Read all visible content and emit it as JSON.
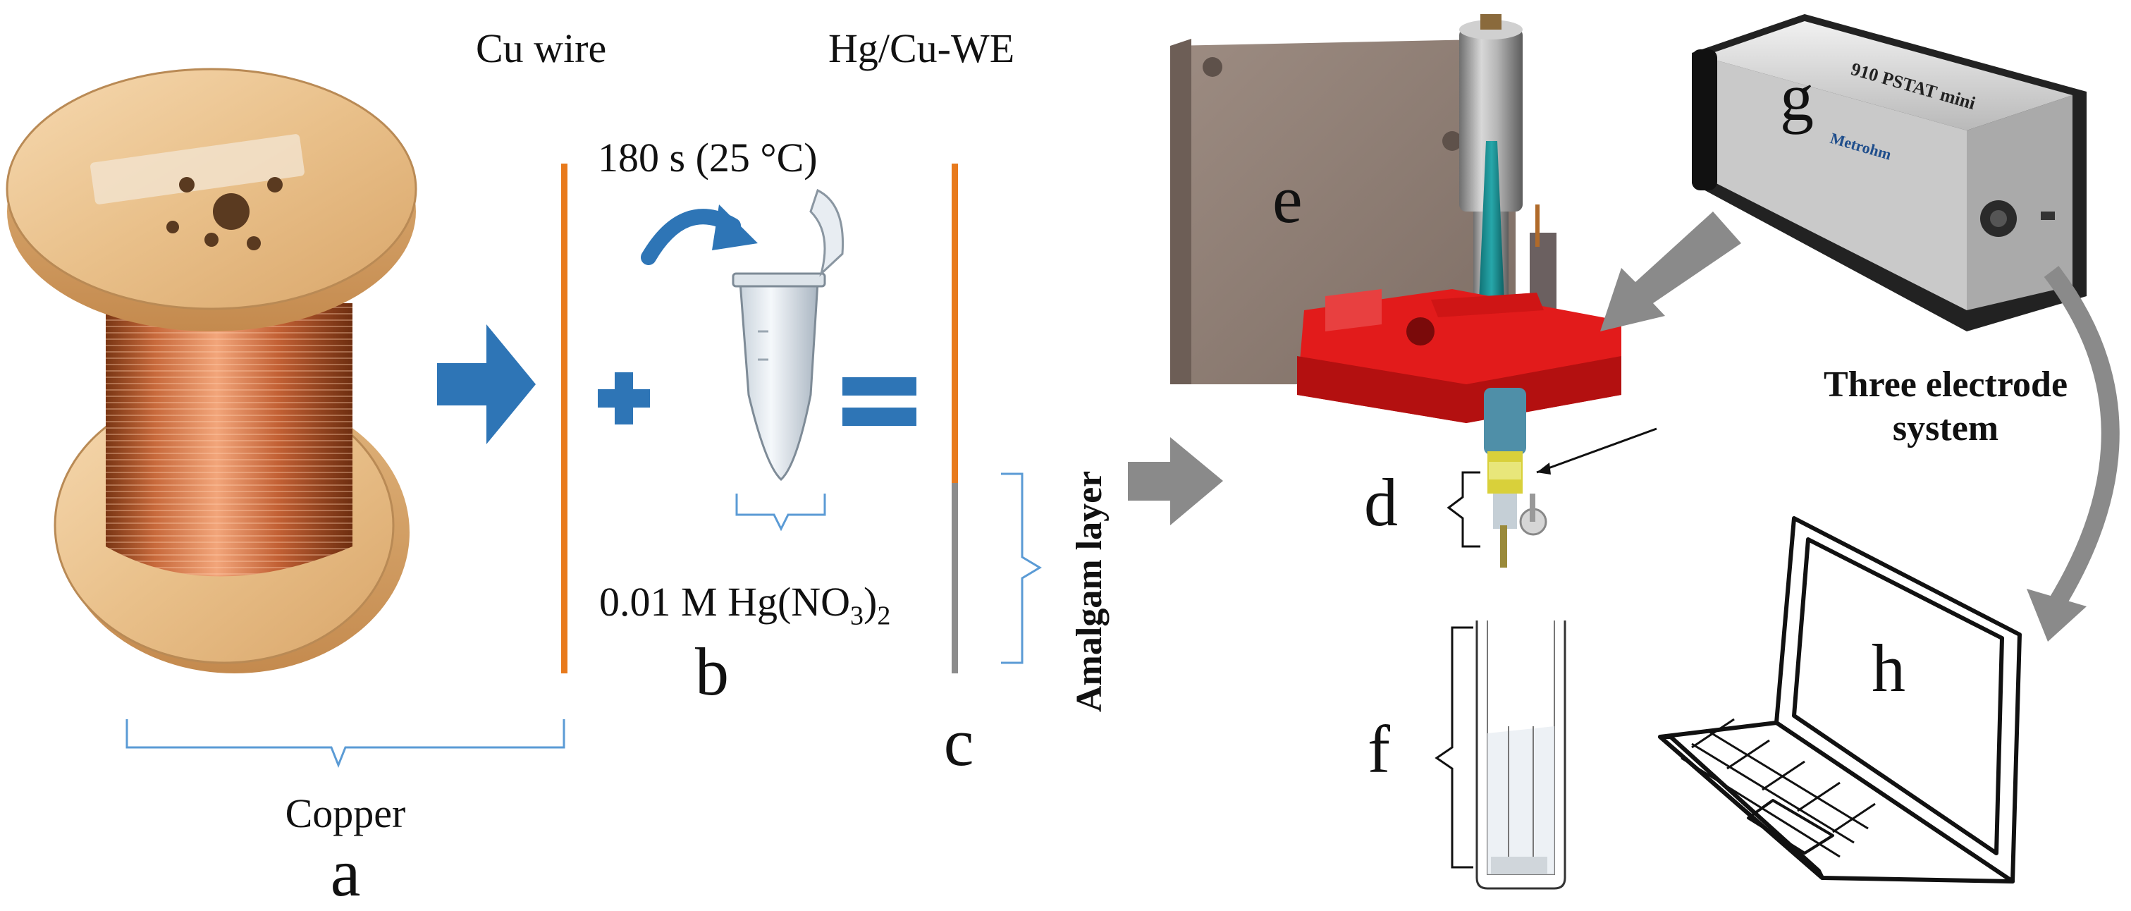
{
  "labels": {
    "cu_wire": "Cu wire",
    "hg_cu_we": "Hg/Cu-WE",
    "time_temp": "180 s (25 °C)",
    "solution_prefix": "0.01 M Hg(NO",
    "solution_sub": "3",
    "solution_close": ")",
    "solution_sub2": "2",
    "copper": "Copper",
    "amalgam_layer": "Amalgam layer",
    "three_electrode_line1": "Three electrode",
    "three_electrode_line2": "system",
    "device_text": "910 PSTAT mini",
    "device_brand": "Metrohm",
    "a": "a",
    "b": "b",
    "c": "c",
    "d": "d",
    "e": "e",
    "f": "f",
    "g": "g",
    "h": "h"
  },
  "colors": {
    "copper_wire": "#e87a1c",
    "amalgam": "#8c8c8c",
    "process_arrow": "#2e75b6",
    "flow_arrow": "#8a8a8a",
    "bracket": "#5b9bd5",
    "holder_red": "#e21b1b",
    "panel_brown": "#8b7b72"
  },
  "icons": [
    "spool-icon",
    "plus-icon",
    "equals-icon",
    "tube-icon",
    "rotation-arrow-icon",
    "electrode-cell-icon",
    "potentiostat-icon",
    "laptop-icon",
    "cuvette-icon"
  ]
}
